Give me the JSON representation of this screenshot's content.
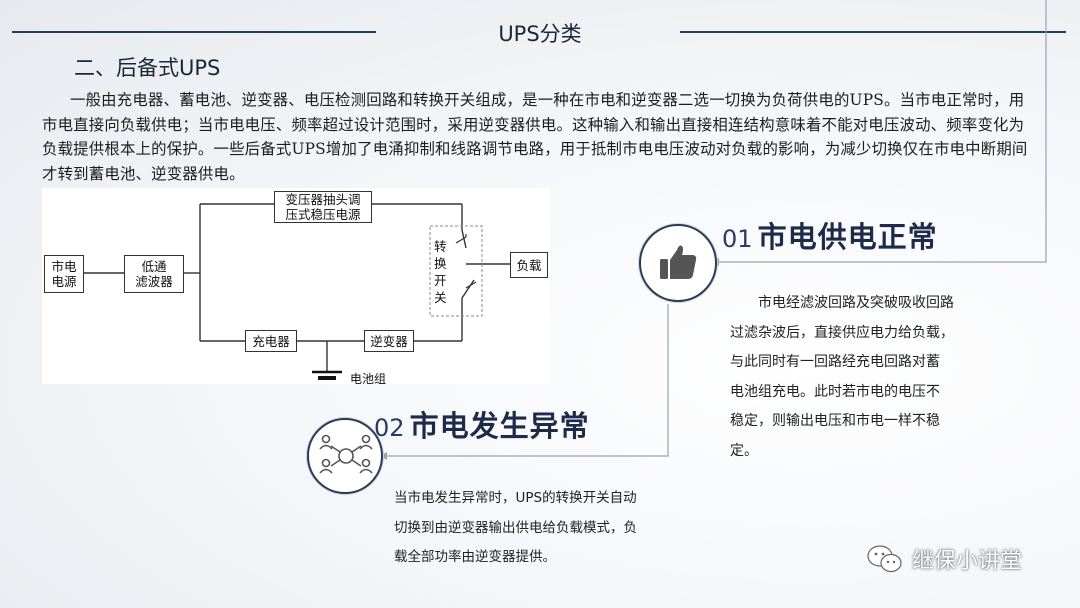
{
  "header": {
    "title": "UPS分类"
  },
  "section": {
    "heading": "二、后备式UPS"
  },
  "intro": {
    "text": "一般由充电器、蓄电池、逆变器、电压检测回路和转换开关组成，是一种在市电和逆变器二选一切换为负荷供电的UPS。当市电正常时，用市电直接向负载供电；当市电电压、频率超过设计范围时，采用逆变器供电。这种输入和输出直接相连结构意味着不能对电压波动、频率变化为负载提供根本上的保护。一些后备式UPS增加了电涌抑制和线路调节电路，用于抵制市电电压波动对负载的影响，为减少切换仅在市电中断期间才转到蓄电池、逆变器供电。"
  },
  "diagram": {
    "mains_line1": "市电",
    "mains_line2": "电源",
    "filter_line1": "低通",
    "filter_line2": "滤波器",
    "transformer_line1": "变压器抽头调",
    "transformer_line2": "压式稳压电源",
    "switch_chars": [
      "转",
      "换",
      "开",
      "关"
    ],
    "load": "负载",
    "charger": "充电器",
    "inverter": "逆变器",
    "battery": "电池组"
  },
  "item1": {
    "number": "01",
    "title": "市电供电正常",
    "icon": "thumbs-up-icon",
    "lines": [
      "市电经滤波回路及突破吸收回路",
      "过滤杂波后，直接供应电力给负载，",
      "与此同时有一回路经充电回路对蓄",
      "电池组充电。此时若市电的电压不",
      "稳定，则输出电压和市电一样不稳",
      "定。"
    ]
  },
  "item2": {
    "number": "02",
    "title": "市电发生异常",
    "icon": "network-users-icon",
    "lines": [
      "当市电发生异常时，UPS的转换开关自动",
      "切换到由逆变器输出供电给负载模式，负",
      "载全部功率由逆变器提供。"
    ]
  },
  "watermark": {
    "text": "继保小讲堂",
    "icon": "wechat-icon"
  },
  "colors": {
    "accent": "#2b3a55",
    "icon_gray": "#555555"
  }
}
